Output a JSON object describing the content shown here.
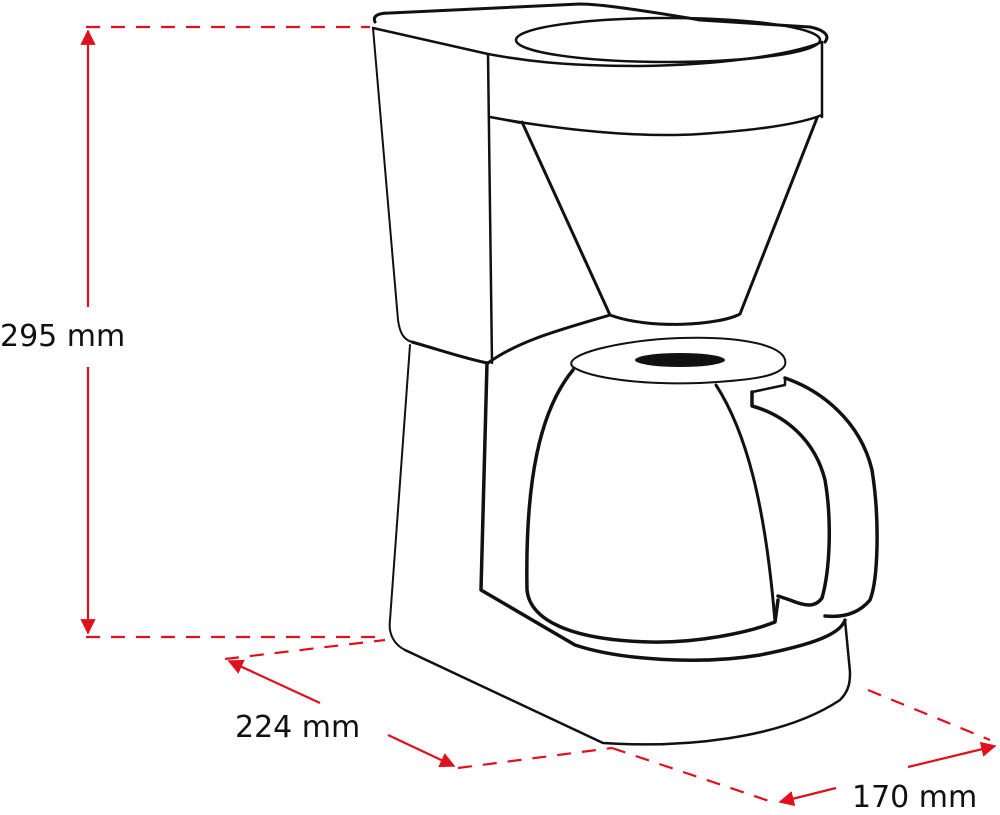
{
  "figure": {
    "subject": "coffee-maker-with-thermal-jug",
    "dimension_color": "#e0101e",
    "ink_color": "#111111"
  },
  "dimensions": {
    "height": {
      "label": "295 mm",
      "value": 295,
      "unit": "mm"
    },
    "depth": {
      "label": "224 mm",
      "value": 224,
      "unit": "mm"
    },
    "width": {
      "label": "170 mm",
      "value": 170,
      "unit": "mm"
    }
  }
}
